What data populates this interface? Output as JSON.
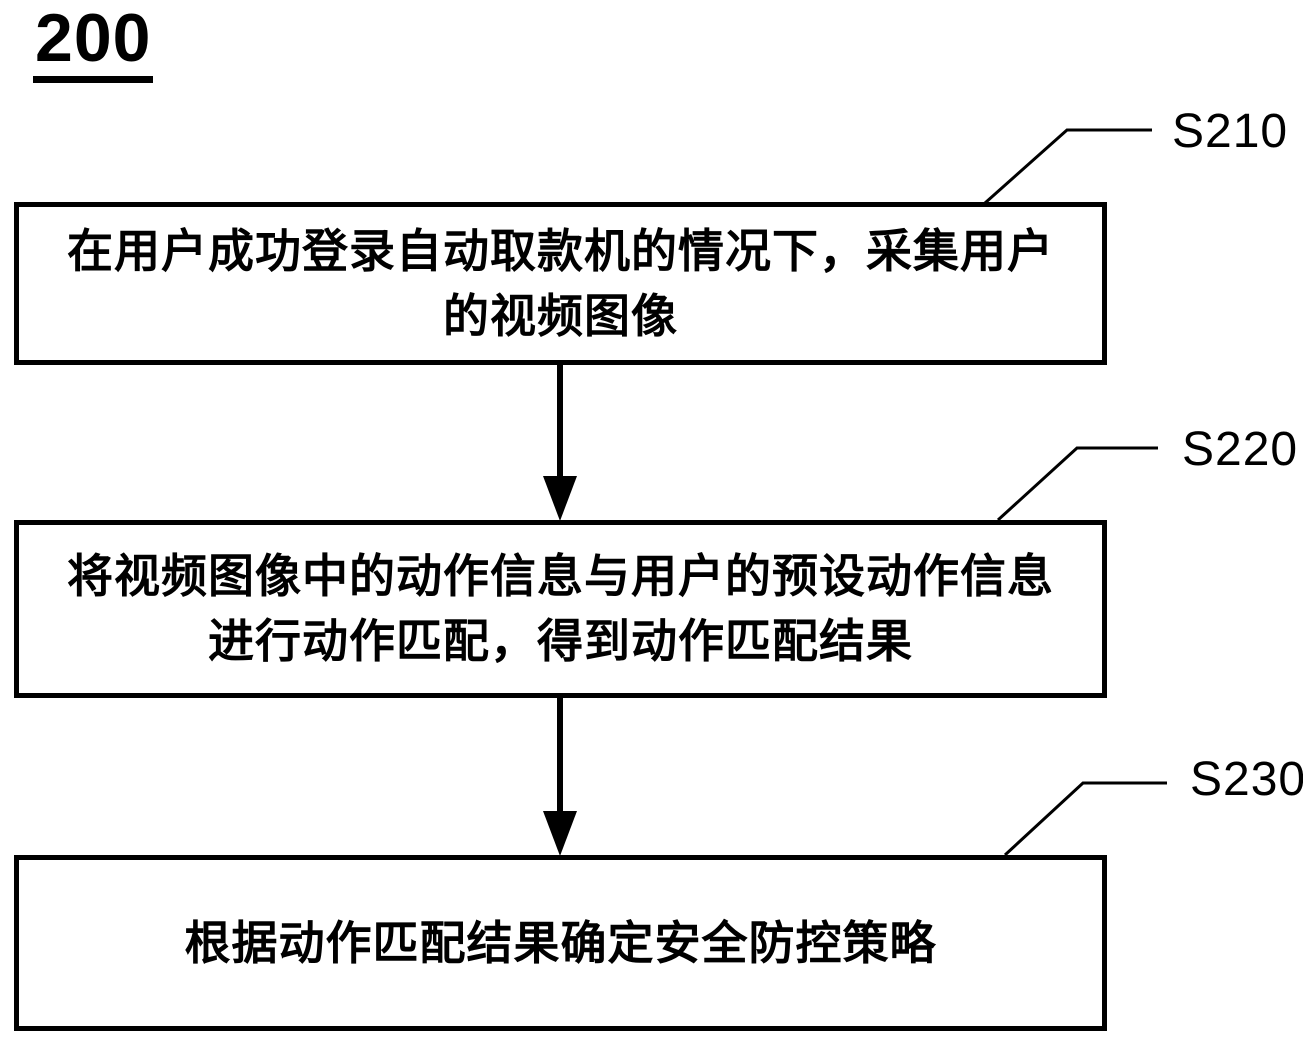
{
  "figure": {
    "label": "200",
    "steps": [
      {
        "id": "S210",
        "lines": [
          "在用户成功登录自动取款机的情况下，采集用户",
          "的视频图像"
        ]
      },
      {
        "id": "S220",
        "lines": [
          "将视频图像中的动作信息与用户的预设动作信息",
          "进行动作匹配，得到动作匹配结果"
        ]
      },
      {
        "id": "S230",
        "lines": [
          "根据动作匹配结果确定安全防控策略"
        ]
      }
    ],
    "colors": {
      "ink": "#000000",
      "background": "#ffffff"
    }
  }
}
